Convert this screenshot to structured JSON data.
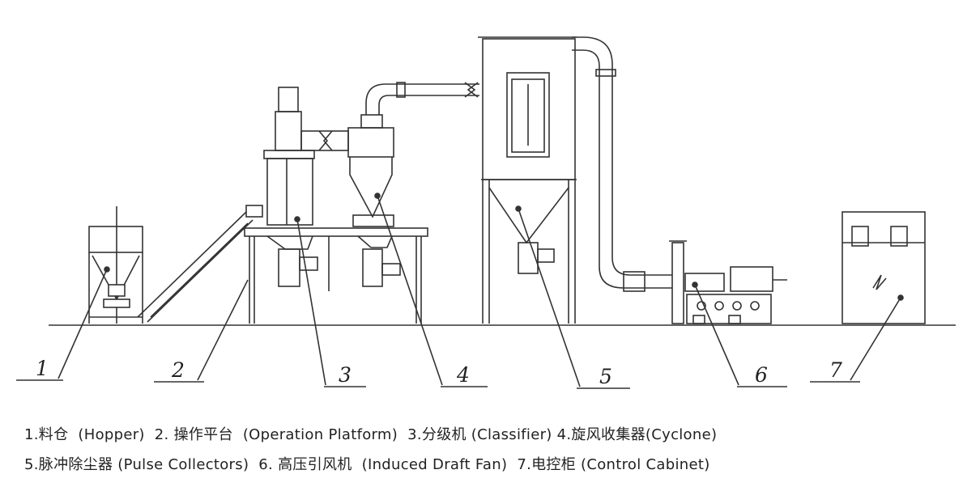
{
  "diagram": {
    "callout_numbers": [
      "1",
      "2",
      "3",
      "4",
      "5",
      "6",
      "7"
    ]
  },
  "caption": {
    "line1": "1.料仓  (Hopper)  2. 操作平台  (Operation Platform)  3.分级机 (Classifier) 4.旋风收集器(Cyclone)",
    "line2": "5.脉冲除尘器 (Pulse Collectors)  6. 高压引风机  (Induced Draft Fan)  7.电控柜 (Control Cabinet)"
  }
}
